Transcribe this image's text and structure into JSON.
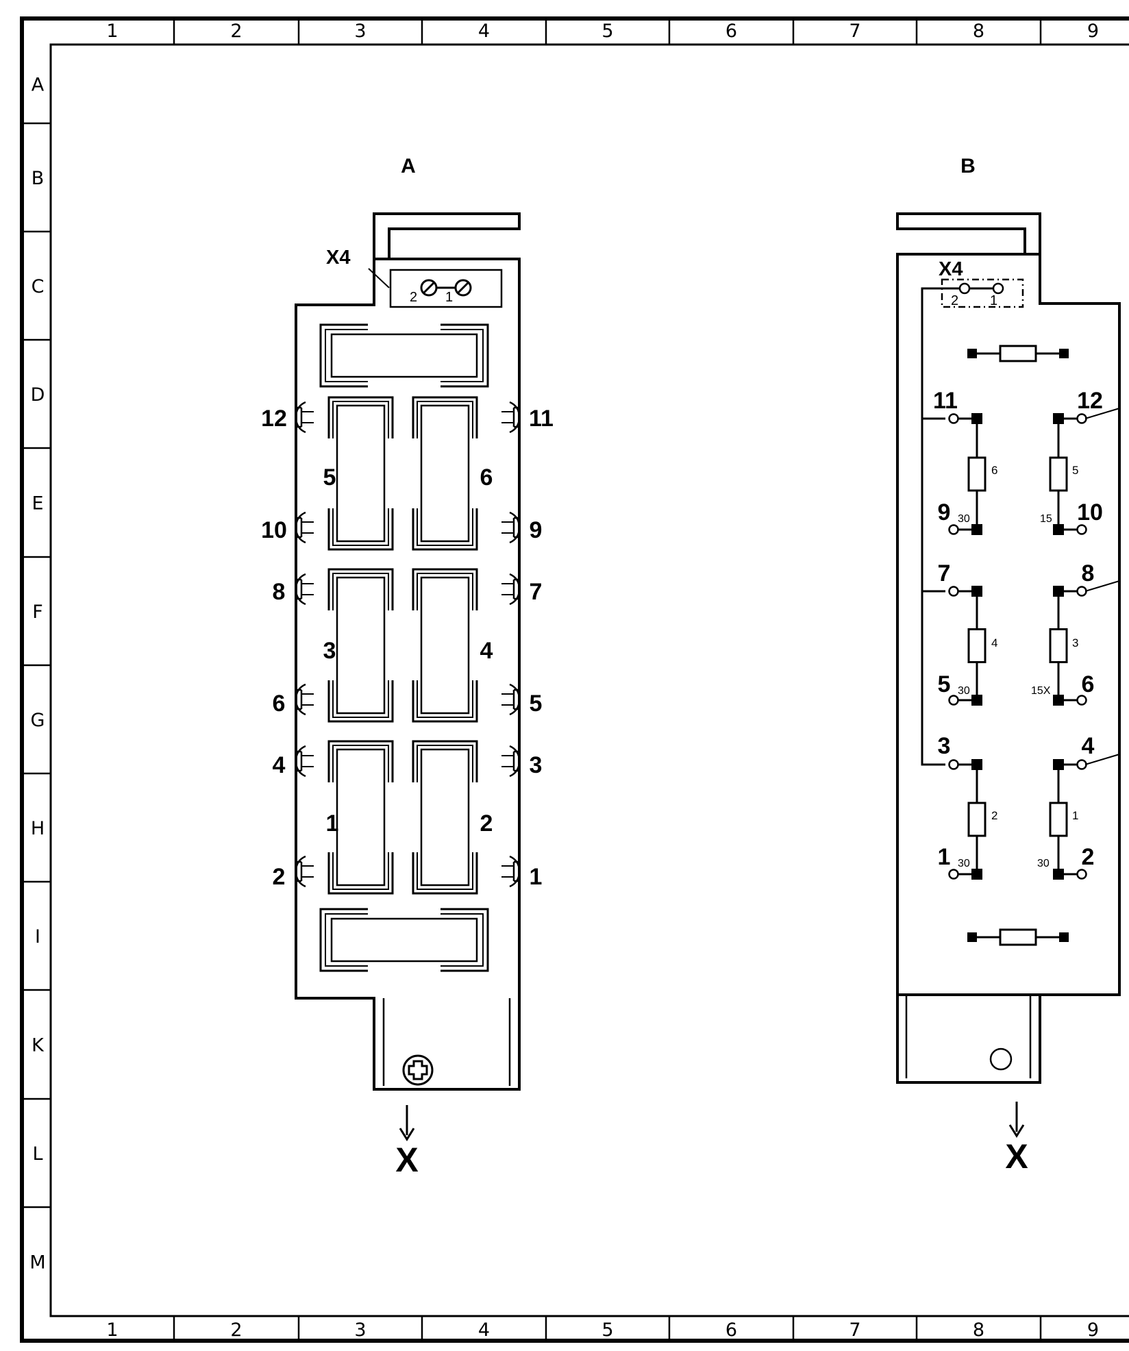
{
  "frame": {
    "columns": [
      "1",
      "2",
      "3",
      "4",
      "5",
      "6",
      "7",
      "8",
      "9"
    ],
    "rows": [
      "A",
      "B",
      "C",
      "D",
      "E",
      "F",
      "G",
      "H",
      "I",
      "K",
      "L",
      "M"
    ]
  },
  "view_a": {
    "title": "A",
    "connector_label": "X4",
    "connector_pins": [
      "2",
      "1"
    ],
    "fuse_numbers": [
      "5",
      "6",
      "3",
      "4",
      "1",
      "2"
    ],
    "left_terminals": [
      "12",
      "10",
      "8",
      "6",
      "4",
      "2"
    ],
    "right_terminals": [
      "11",
      "9",
      "7",
      "5",
      "3",
      "1"
    ],
    "arrow_label": "X"
  },
  "view_b": {
    "title": "B",
    "connector_label": "X4",
    "connector_pins": [
      "2",
      "1"
    ],
    "terminal_labels": [
      "11",
      "12",
      "9",
      "10",
      "7",
      "8",
      "5",
      "6",
      "3",
      "4",
      "1",
      "2"
    ],
    "fuse_numbers": [
      "6",
      "5",
      "4",
      "3",
      "2",
      "1"
    ],
    "small_labels": [
      "30",
      "15",
      "30",
      "15X",
      "30",
      "30"
    ],
    "arrow_label": "X"
  }
}
